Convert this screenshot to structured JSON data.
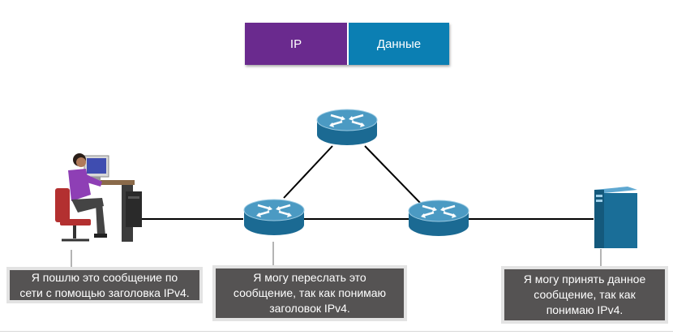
{
  "packet": {
    "ip_label": "IP",
    "data_label": "Данные",
    "ip_color": "#6a2a8e",
    "data_color": "#0b7fb3"
  },
  "nodes": {
    "sender": {
      "icon": "user-at-computer-icon"
    },
    "router_top": {
      "icon": "router-icon"
    },
    "router_left": {
      "icon": "router-icon"
    },
    "router_right": {
      "icon": "router-icon"
    },
    "receiver": {
      "icon": "server-icon"
    }
  },
  "callouts": {
    "sender": [
      "Я пошлю это сообщение по",
      "сети с помощью заголовка IPv4."
    ],
    "router": [
      "Я могу переслать это",
      "сообщение, так как понимаю",
      "заголовок IPv4."
    ],
    "receiver": [
      "Я могу принять данное",
      "сообщение, так как",
      "понимаю IPv4."
    ]
  },
  "colors": {
    "router_body": "#1b6a93",
    "router_top": "#4b9ac3",
    "server": "#1a6e98",
    "callout_bg": "#555353",
    "link": "#000000"
  }
}
